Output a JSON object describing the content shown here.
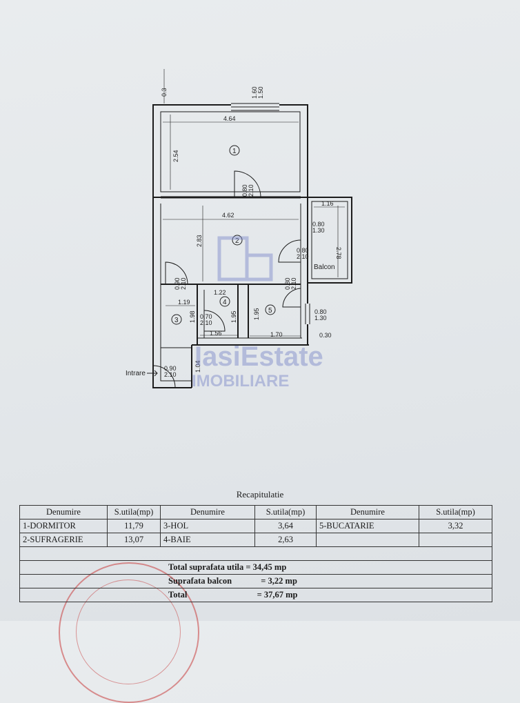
{
  "plan": {
    "dims": {
      "top_wall": "0.3",
      "window_top": "1.60\n1.50",
      "bedroom_width": "4.64",
      "bedroom_depth": "2.54",
      "door_bedroom": "0.80\n2.10",
      "living_width": "4.62",
      "living_depth": "2.83",
      "balcony_width": "1.16",
      "balcony_depth": "2.78",
      "window_balcony": "0.80\n1.30",
      "door_balcony": "0.80\n2.10",
      "door_hall_left": "0.90\n2.10",
      "bath_width": "1.22",
      "hall_width": "1.19",
      "hall_depth": "1.98",
      "door_bath": "0.70\n2.10",
      "bath_depth": "1.95",
      "kitchen_depth": "1.95",
      "door_kitchen": "0.80\n2.10",
      "window_kitchen": "0.80\n1.30",
      "hall_bottom": "1.56",
      "kitchen_width": "1.70",
      "wall_right": "0.30",
      "entry_door": "0.90\n2.10",
      "entry_depth": "1.04"
    },
    "rooms": [
      "1",
      "2",
      "3",
      "4",
      "5"
    ],
    "balcony_label": "Balcon",
    "entry_label": "Intrare",
    "watermark_main": "IasiEstate",
    "watermark_sub": "IMOBILIARE"
  },
  "recap": {
    "title": "Recapitulatie",
    "headers": [
      "Denumire",
      "S.utila(mp)",
      "Denumire",
      "S.utila(mp)",
      "Denumire",
      "S.utila(mp)"
    ],
    "rows": [
      [
        "1-DORMITOR",
        "11,79",
        "3-HOL",
        "3,64",
        "5-BUCATARIE",
        "3,32"
      ],
      [
        "2-SUFRAGERIE",
        "13,07",
        "4-BAIE",
        "2,63",
        "",
        ""
      ]
    ],
    "totals": [
      {
        "label": "Total suprafata utila",
        "value": "= 34,45 mp"
      },
      {
        "label": "Suprafata balcon",
        "value": "= 3,22 mp"
      },
      {
        "label": "Total",
        "value": "= 37,67 mp"
      }
    ]
  },
  "colors": {
    "stamp": "#c83c3c",
    "watermark": "#7a86c8",
    "watermark_accent": "#d9505a"
  }
}
